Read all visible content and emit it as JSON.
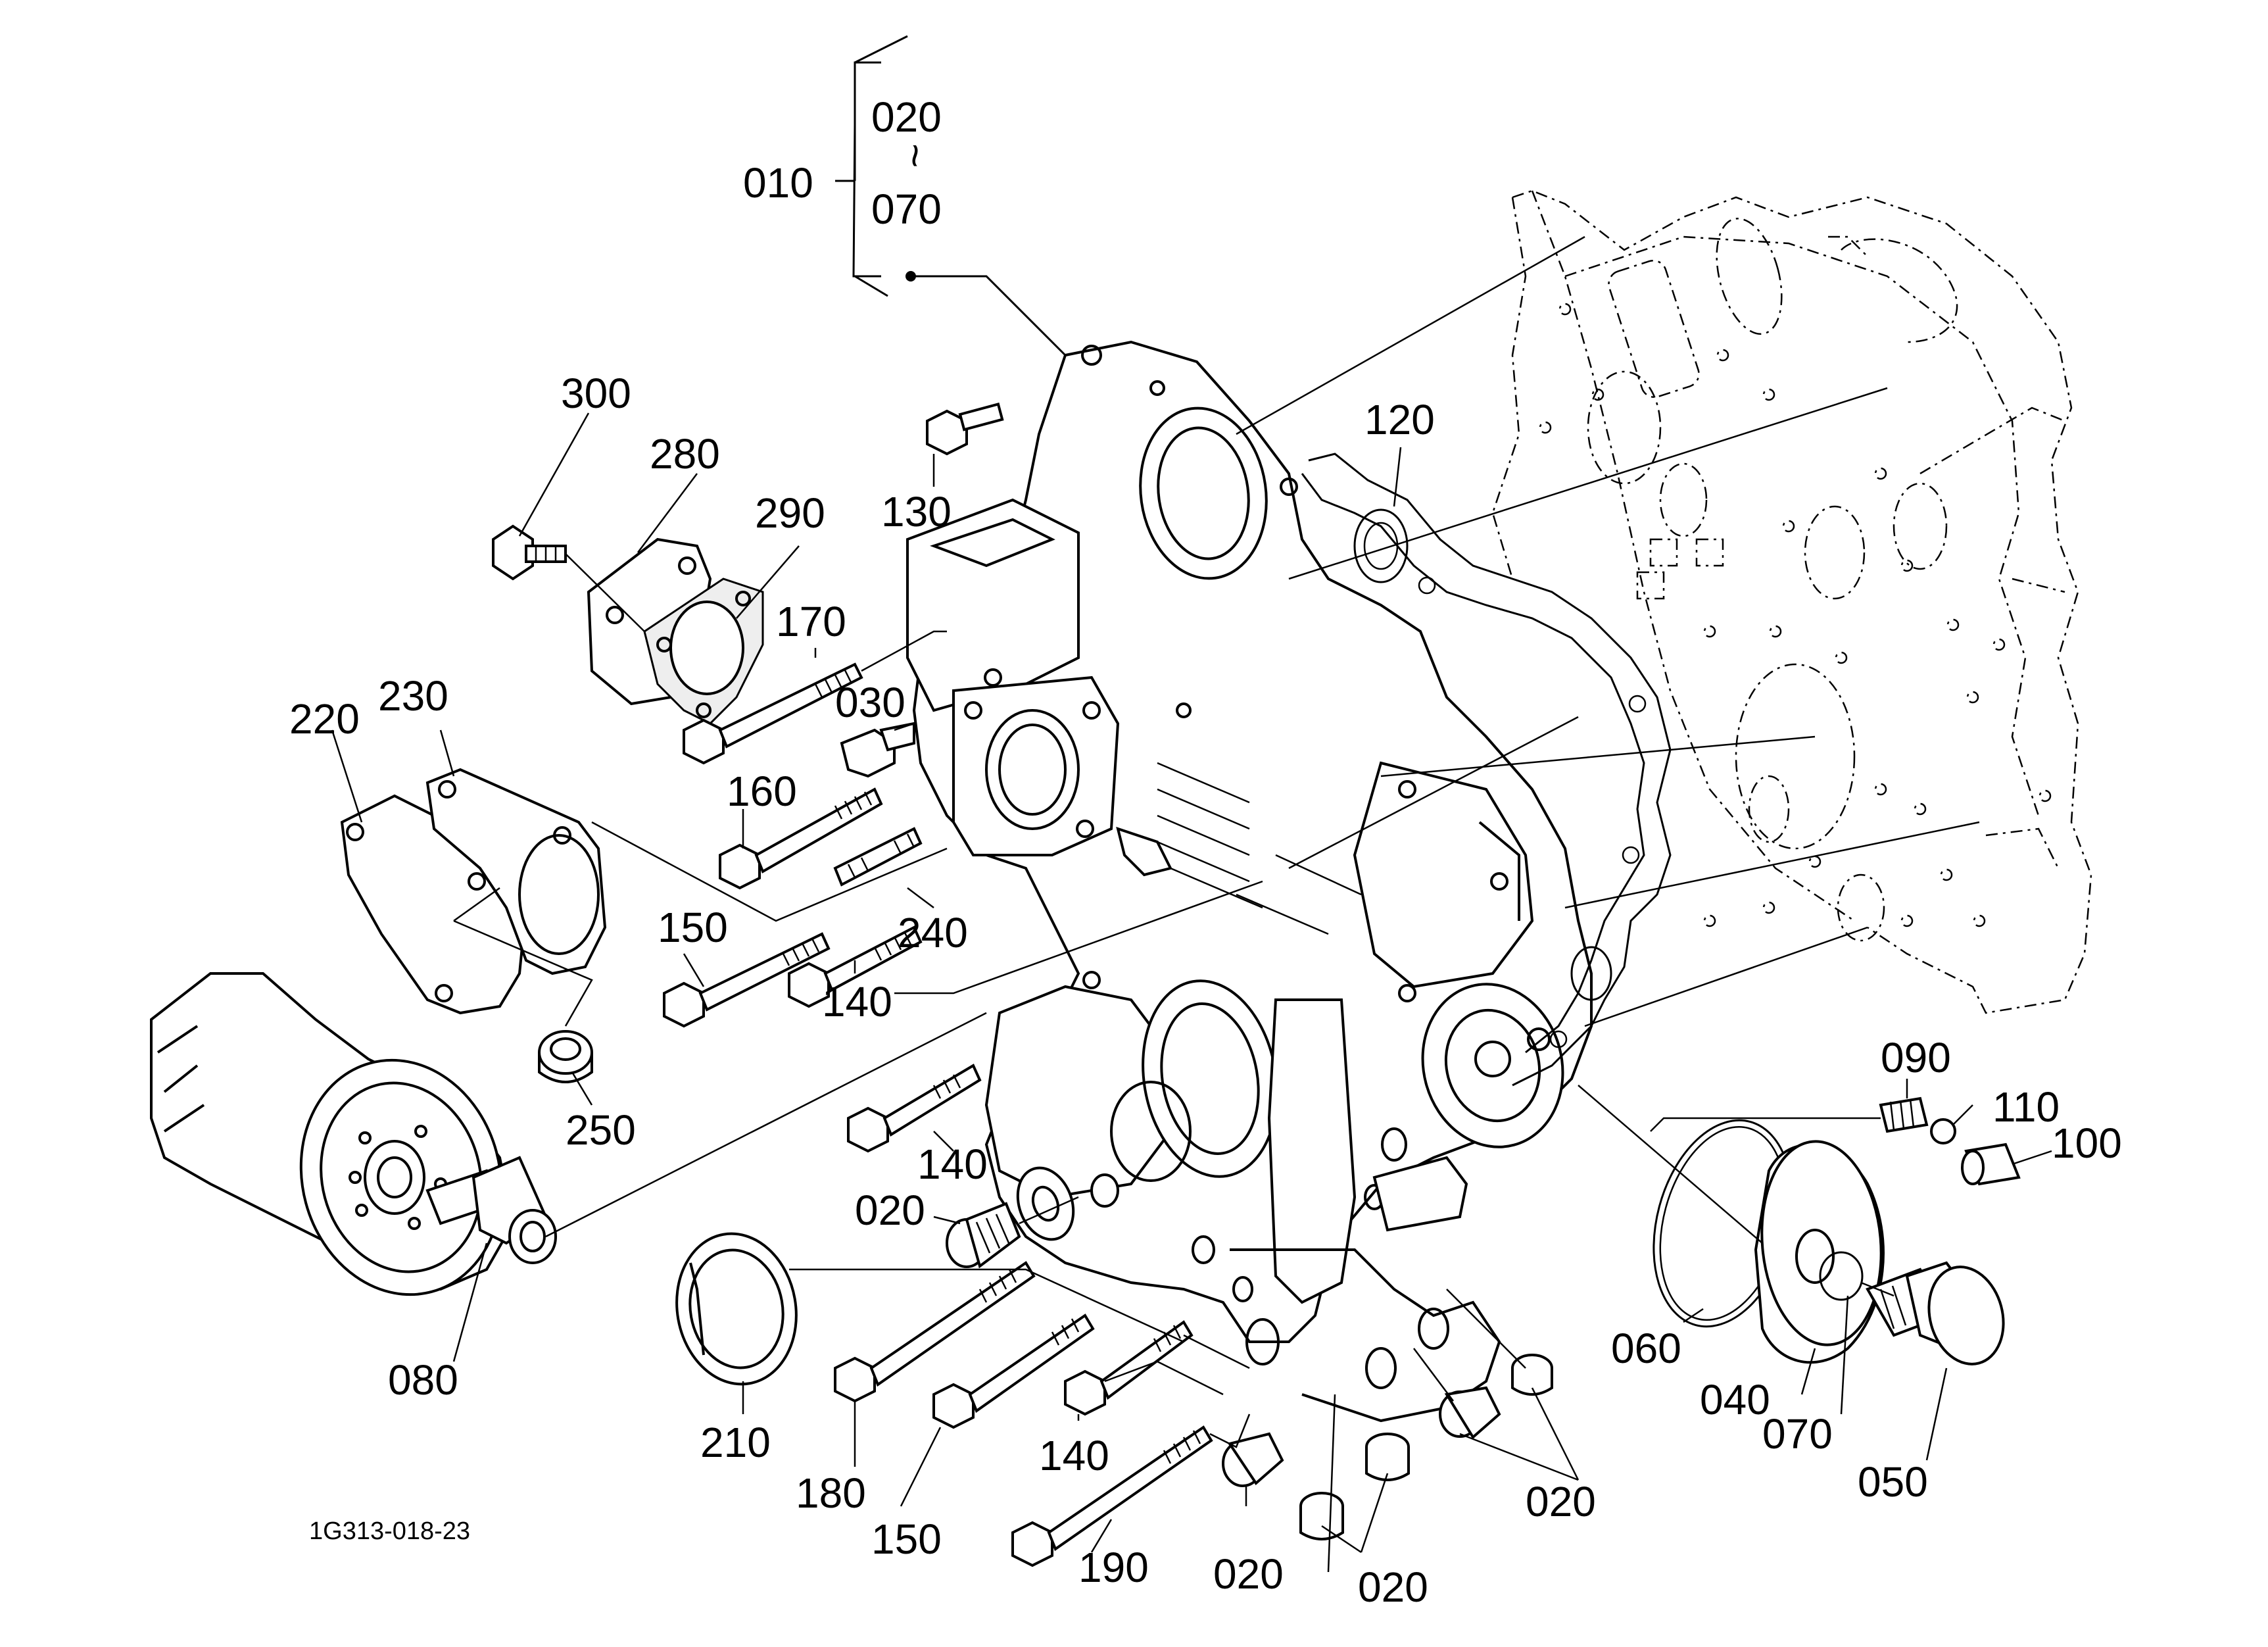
{
  "diagram": {
    "figure_id": "1G313-018-23",
    "group_label": "010",
    "group_range_start": "020",
    "group_range_tilde": "~",
    "group_range_end": "070",
    "callouts": [
      {
        "id": "c300",
        "text": "300"
      },
      {
        "id": "c280",
        "text": "280"
      },
      {
        "id": "c290",
        "text": "290"
      },
      {
        "id": "c170",
        "text": "170"
      },
      {
        "id": "c030",
        "text": "030"
      },
      {
        "id": "c130",
        "text": "130"
      },
      {
        "id": "c120",
        "text": "120"
      },
      {
        "id": "c220",
        "text": "220"
      },
      {
        "id": "c230",
        "text": "230"
      },
      {
        "id": "c160",
        "text": "160"
      },
      {
        "id": "c150a",
        "text": "150"
      },
      {
        "id": "c240",
        "text": "240"
      },
      {
        "id": "c140a",
        "text": "140"
      },
      {
        "id": "c250",
        "text": "250"
      },
      {
        "id": "c140b",
        "text": "140"
      },
      {
        "id": "c020a",
        "text": "020"
      },
      {
        "id": "c080",
        "text": "080"
      },
      {
        "id": "c210",
        "text": "210"
      },
      {
        "id": "c180",
        "text": "180"
      },
      {
        "id": "c150b",
        "text": "150"
      },
      {
        "id": "c140c",
        "text": "140"
      },
      {
        "id": "c190",
        "text": "190"
      },
      {
        "id": "c020b",
        "text": "020"
      },
      {
        "id": "c020c",
        "text": "020"
      },
      {
        "id": "c020d",
        "text": "020"
      },
      {
        "id": "c090",
        "text": "090"
      },
      {
        "id": "c110",
        "text": "110"
      },
      {
        "id": "c100",
        "text": "100"
      },
      {
        "id": "c060",
        "text": "060"
      },
      {
        "id": "c040",
        "text": "040"
      },
      {
        "id": "c070",
        "text": "070"
      },
      {
        "id": "c050",
        "text": "050"
      }
    ]
  }
}
